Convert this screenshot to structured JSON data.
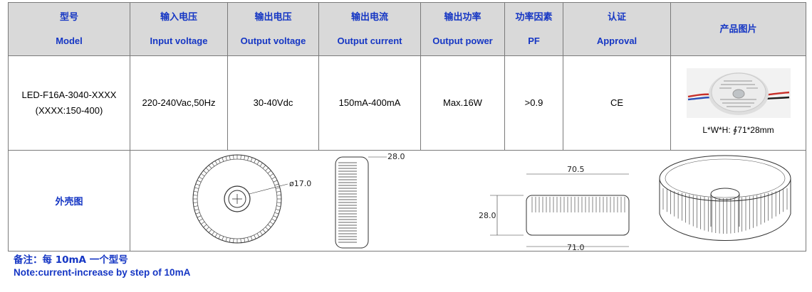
{
  "headers": [
    {
      "cn": "型号",
      "en": "Model"
    },
    {
      "cn": "输入电压",
      "en": "Input voltage"
    },
    {
      "cn": "输出电压",
      "en": "Output voltage"
    },
    {
      "cn": "输出电流",
      "en": "Output current"
    },
    {
      "cn": "输出功率",
      "en": "Output power"
    },
    {
      "cn": "功率因素",
      "en": "PF"
    },
    {
      "cn": "认证",
      "en": "Approval"
    },
    {
      "cn": "产品图片",
      "en": ""
    }
  ],
  "row": {
    "model_line1": "LED-F16A-3040-XXXX",
    "model_line2": "(XXXX:150-400)",
    "input_voltage": "220-240Vac,50Hz",
    "output_voltage": "30-40Vdc",
    "output_current": "150mA-400mA",
    "output_power": "Max.16W",
    "pf": ">0.9",
    "approval": "CE",
    "photo_caption": "L*W*H: ∮71*28mm"
  },
  "drawings": {
    "label": "外壳图",
    "dia_label": "ø17.0",
    "height_label": "28.0",
    "side_height_label": "28.0",
    "top_width_label": "70.5",
    "bottom_width_label": "71.0"
  },
  "notes": {
    "cn": "备注：每 10mA 一个型号",
    "en": "Note:current-increase by step of 10mA"
  },
  "colors": {
    "header_text": "#1536c4",
    "header_bg": "#d9d9d9",
    "border": "#7a7a7a"
  }
}
